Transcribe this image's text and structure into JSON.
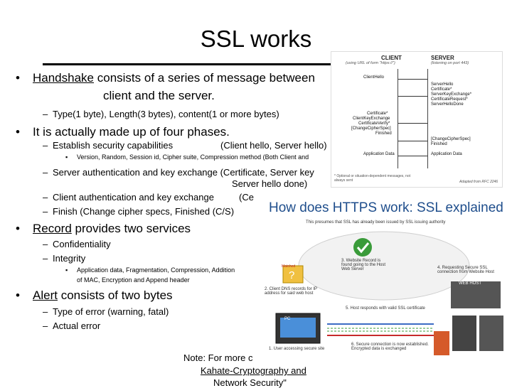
{
  "slide": {
    "title": "SSL works",
    "bullets": [
      {
        "prefix": "",
        "underlined": "Handshake",
        "rest": " consists of a series of message between",
        "cont": "client and the server."
      },
      {
        "text": "It is actually made up of four phases."
      },
      {
        "underlined": "Record",
        "rest": " provides two services"
      },
      {
        "underlined": "Alert",
        "rest": " consists of two bytes"
      }
    ],
    "sub": {
      "type_len": "Type(1 byte), Length(3 bytes), content(1 or more bytes)",
      "establish": "Establish security capabilities",
      "establish_msgs": "(Client hello, Server hello)",
      "establish_detail": "Version, Random, Session id, Cipher suite, Compression method  (Both Client and",
      "server_auth": "Server authentication and key exchange  (Certificate, Server key",
      "server_auth_cont": "Server hello done)",
      "client_auth": "Client authentication and key exchange",
      "client_auth_msgs": "(Ce",
      "finish": "Finish  (Change cipher specs, Finished (C/S)",
      "confidentiality": "Confidentiality",
      "integrity": "Integrity",
      "integrity_detail": "Application data, Fragmentation, Compression, Addition",
      "integrity_detail2": "of MAC, Encryption and Append header",
      "type_error": "Type of error (warning, fatal)",
      "actual_error": "Actual error"
    },
    "note": {
      "line1": "Note: For more c",
      "line2": "Kahate-Cryptography and",
      "line3": "Network Security\""
    }
  },
  "diagram1": {
    "client": "CLIENT",
    "client_sub": "(using URL of form \"https://\")",
    "server": "SERVER",
    "server_sub": "(listening on port 443)",
    "left_msgs": [
      "ClientHello",
      "Certificate*",
      "ClientKeyExchange",
      "CertificateVerify*",
      "[ChangeCipherSpec]",
      "Finished",
      "Application Data"
    ],
    "right_msgs": [
      "ServerHello",
      "Certificate*",
      "ServerKeyExchange*",
      "CertificateRequest*",
      "ServerHelloDone",
      "[ChangeCipherSpec]",
      "Finished",
      "Application Data"
    ],
    "footnote": "* Optional or situation-dependent messages, not always sent",
    "credit": "Adapted from RFC 2246"
  },
  "diagram2": {
    "heading": "How does HTTPS work: SSL explained",
    "caption": "This presumes that SSL has already been issued by SSL issuing authority",
    "steps": [
      "1. User accessing secure site",
      "2. Client DNS records for IP address for said web host",
      "3. Website Record is found going to the Host Web Server",
      "4. Requesting Secure SSL connection from Website Host",
      "5. Host responds with valid SSL certificate",
      "6. Secure connection is now established. Encrypted data is exchanged"
    ],
    "pc_label": "PC",
    "web_host": "WEB HOST",
    "lock_caption": "Matched"
  },
  "colors": {
    "heading_blue": "#1f4e8c",
    "check_green": "#3a9b3a",
    "arrow_blue": "#3b6cc4",
    "arrow_red": "#c62b2b"
  }
}
